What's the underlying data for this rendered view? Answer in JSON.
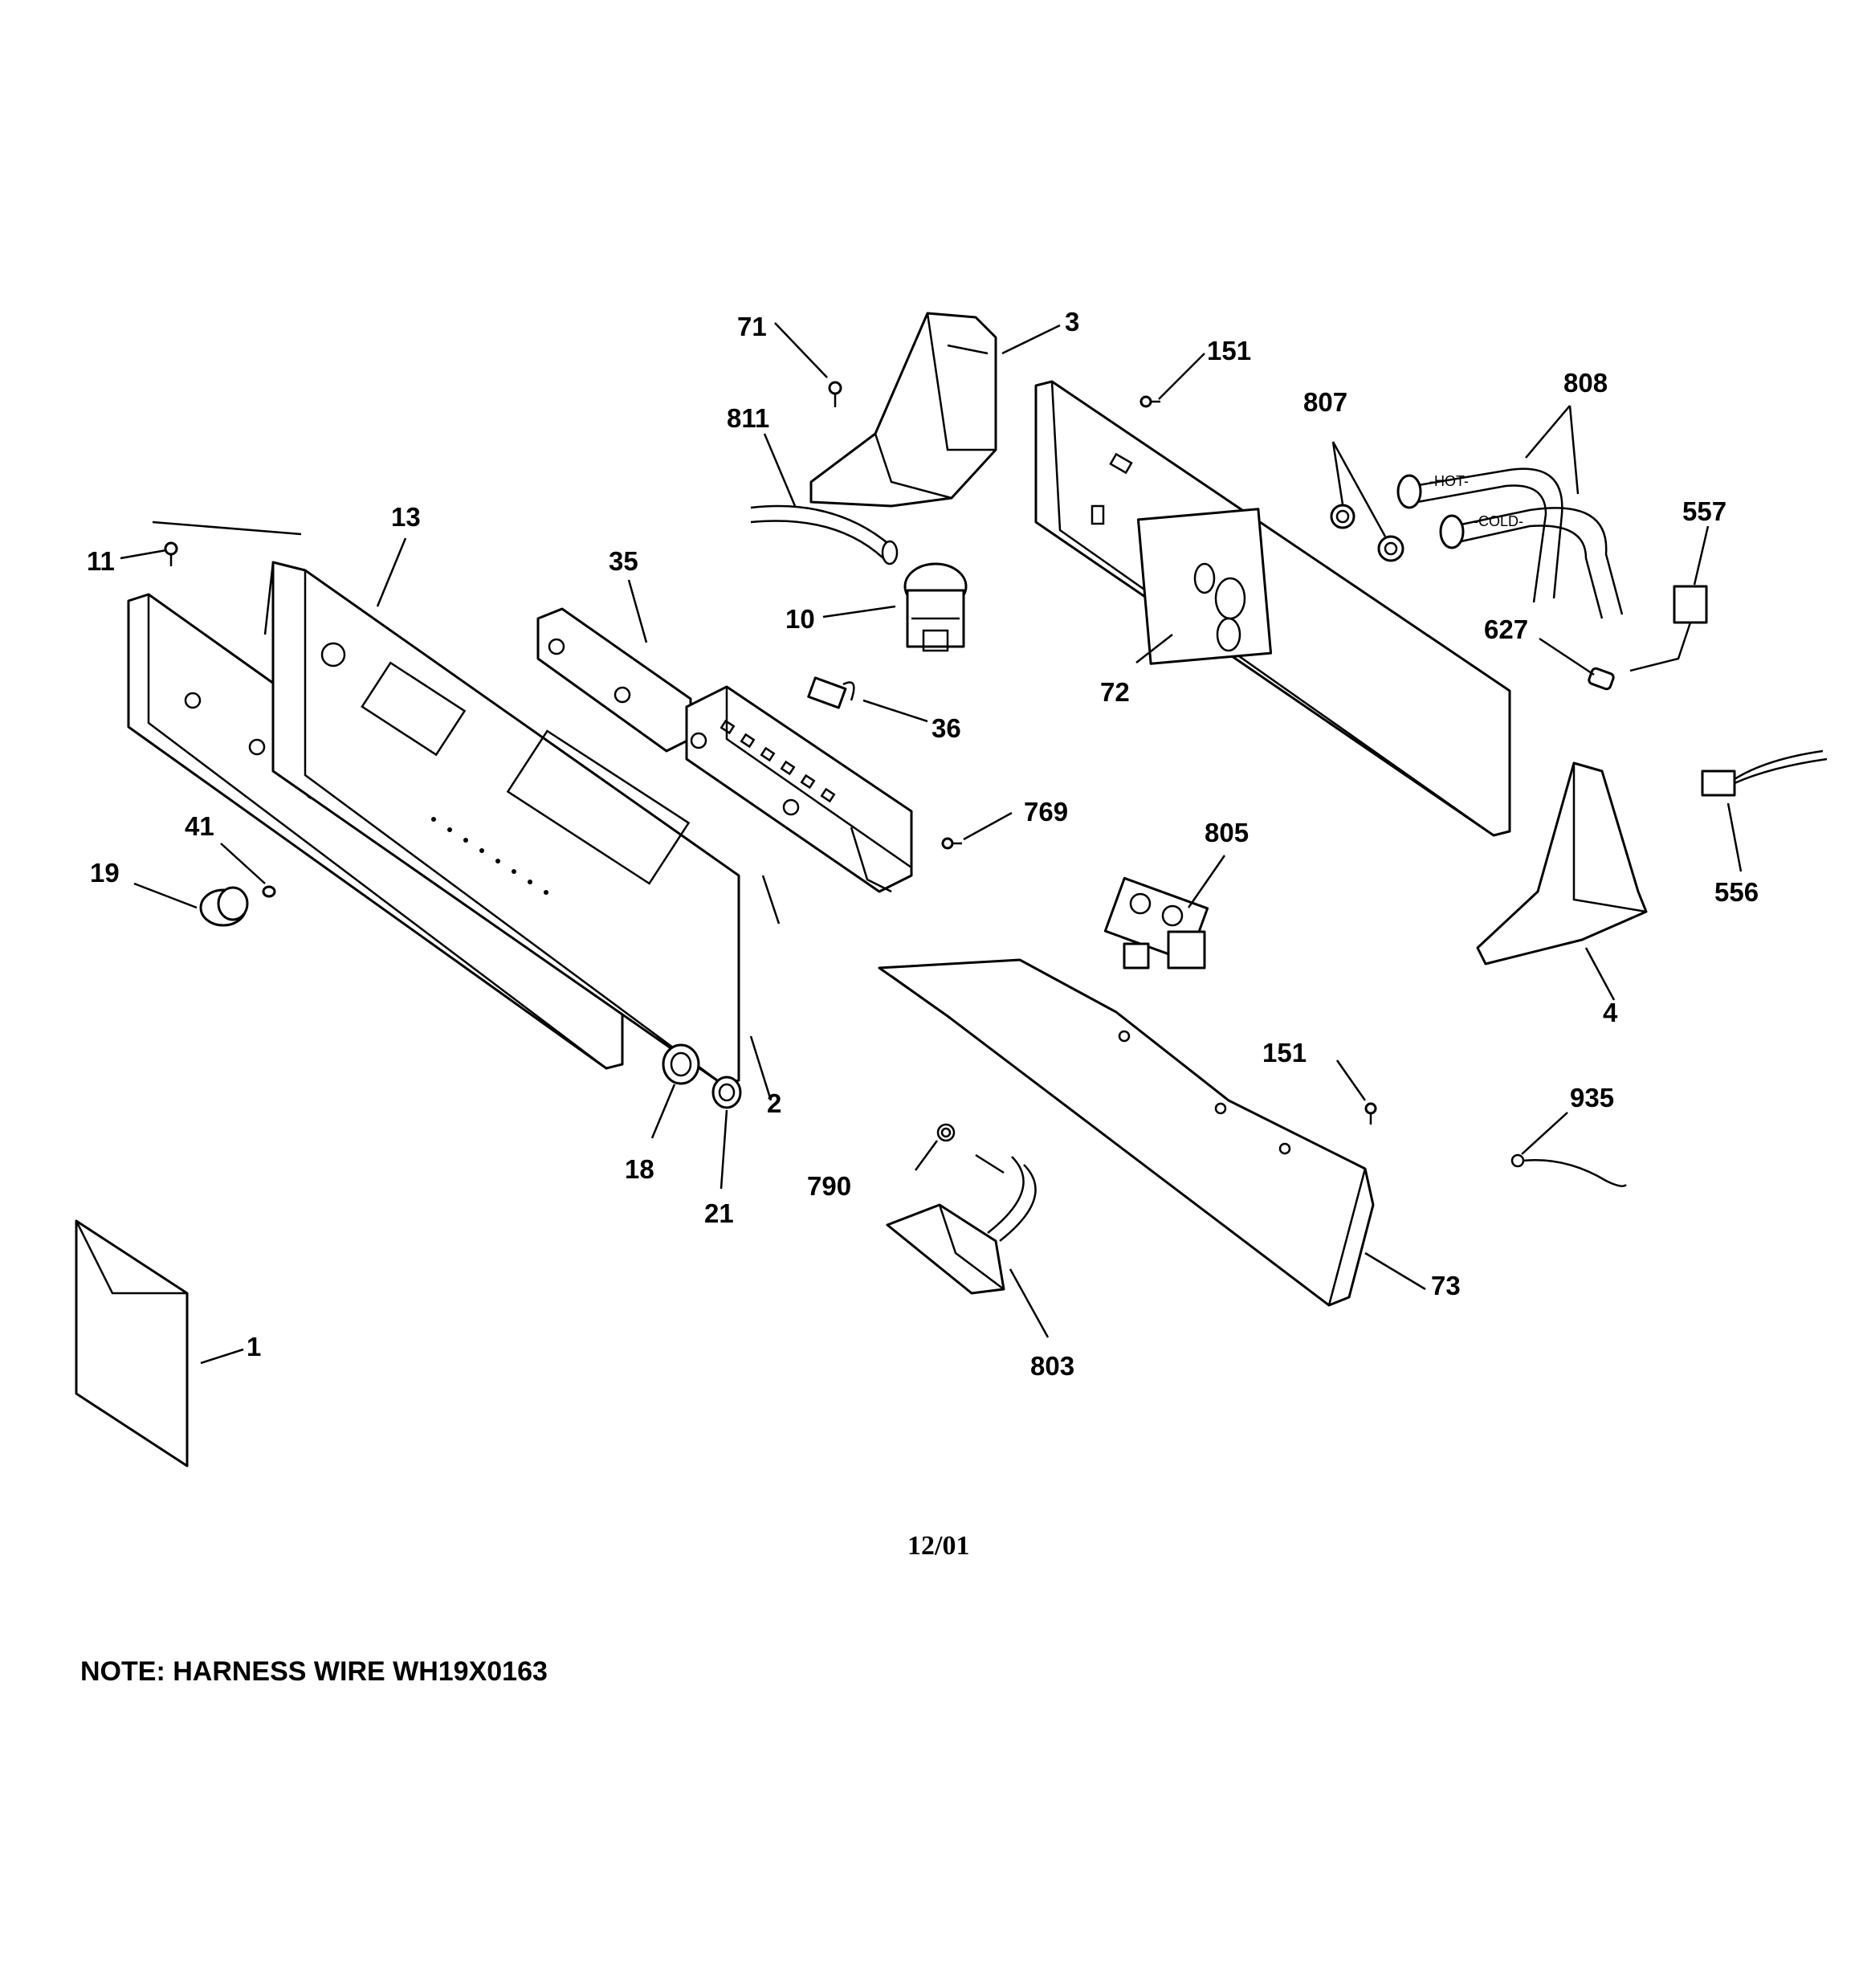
{
  "callouts": {
    "c1": "1",
    "c2": "2",
    "c3": "3",
    "c4": "4",
    "c10": "10",
    "c11": "11",
    "c13": "13",
    "c18": "18",
    "c19": "19",
    "c21": "21",
    "c35": "35",
    "c36": "36",
    "c41": "41",
    "c71": "71",
    "c72": "72",
    "c73": "73",
    "c151a": "151",
    "c151b": "151",
    "c556": "556",
    "c557": "557",
    "c627": "627",
    "c769": "769",
    "c790": "790",
    "c803": "803",
    "c805": "805",
    "c807": "807",
    "c808": "808",
    "c811": "811",
    "c935": "935"
  },
  "hose_labels": {
    "hot": "-HOT-",
    "cold": "-COLD-"
  },
  "revision_date": "12/01",
  "note": "NOTE: HARNESS WIRE WH19X0163"
}
